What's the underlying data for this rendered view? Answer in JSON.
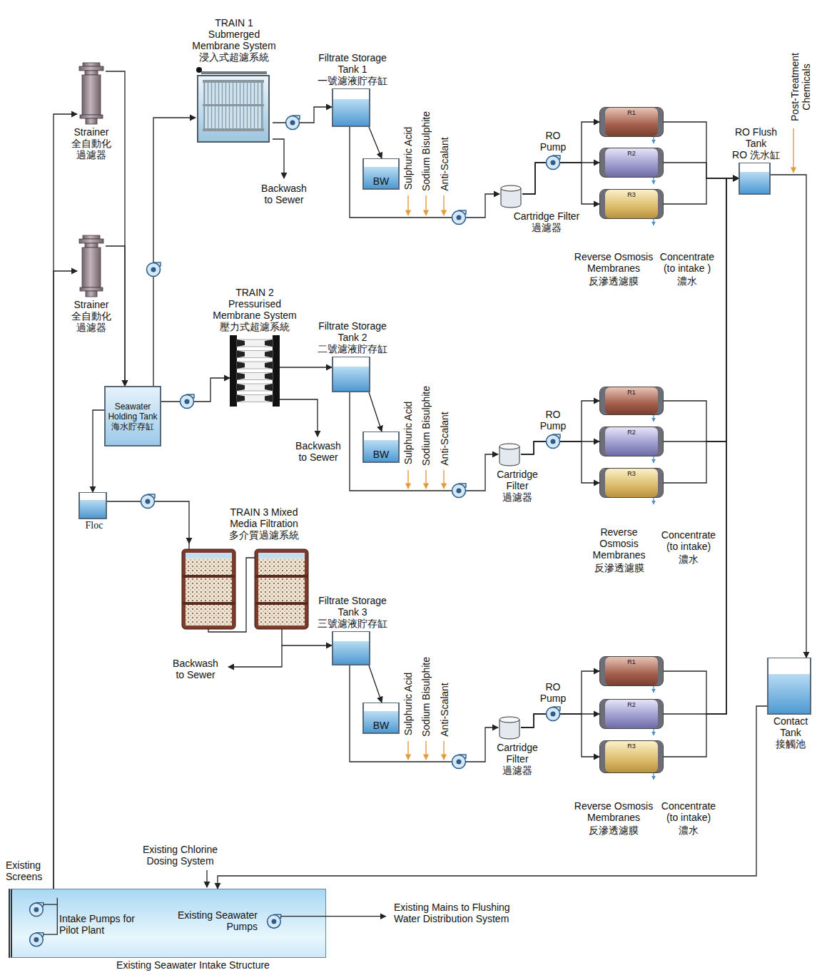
{
  "diagram": {
    "nodes": [
      {
        "text": [
          "Strainer",
          "全自動化 過濾器"
        ]
      },
      {
        "text": [
          "Strainer",
          "全自動化 過濾器"
        ]
      },
      {
        "text": [
          "Seawater Holding Tank",
          "海水貯存缸"
        ]
      },
      {
        "text": [
          "Floc"
        ]
      },
      {
        "text": [
          "TRAIN 1 Submerged Membrane System",
          "浸入式超濾系統"
        ]
      },
      {
        "text": [
          "Filtrate Storage Tank 1",
          "一號濾液貯存缸"
        ]
      },
      {
        "text": [
          "BW"
        ]
      },
      {
        "text": [
          "Cartridge Filter",
          "過濾器"
        ]
      },
      {
        "text": [
          "R1"
        ]
      },
      {
        "text": [
          "R2"
        ]
      },
      {
        "text": [
          "R3"
        ]
      },
      {
        "text": [
          "RO Flush Tank",
          "RO 洗水缸"
        ]
      },
      {
        "text": [
          "TRAIN 2 Pressurised Membrane System",
          "壓力式超濾系統"
        ]
      },
      {
        "text": [
          "Filtrate Storage Tank 2",
          "二號濾液貯存缸"
        ]
      },
      {
        "text": [
          "BW"
        ]
      },
      {
        "text": [
          "Cartridge Filter",
          "過濾器"
        ]
      },
      {
        "text": [
          "R1"
        ]
      },
      {
        "text": [
          "R2"
        ]
      },
      {
        "text": [
          "R3"
        ]
      },
      {
        "text": [
          "TRAIN 3 Mixed Media Filtration",
          "多介質過濾系統"
        ]
      },
      {
        "text": [
          "Filtrate Storage Tank 3",
          "三號濾液貯存缸"
        ]
      },
      {
        "text": [
          "BW"
        ]
      },
      {
        "text": [
          "Cartridge Filter",
          "過濾器"
        ]
      },
      {
        "text": [
          "R1"
        ]
      },
      {
        "text": [
          "R2"
        ]
      },
      {
        "text": [
          "R3"
        ]
      },
      {
        "text": [
          "Contact Tank",
          "接觸池"
        ]
      },
      {
        "text": [
          "Existing Seawater Intake Structure"
        ]
      },
      {
        "text": [
          "Intake Pumps for Pilot Plant"
        ],
        "in": 27
      },
      {
        "text": [
          "Existing Seawater Pumps"
        ],
        "in": 27
      }
    ],
    "edges": [
      {
        "from": 28,
        "to": 0,
        "arrow": "to"
      },
      {
        "from": 28,
        "to": 1,
        "arrow": "to"
      },
      {
        "from": 0,
        "to": 2,
        "arrow": "to"
      },
      {
        "from": 1,
        "to": 2,
        "arrow": "to"
      },
      {
        "from": 2,
        "to": 4,
        "arrow": "to"
      },
      {
        "from": 2,
        "to": 12,
        "arrow": "to"
      },
      {
        "from": 2,
        "to": 3,
        "arrow": "to"
      },
      {
        "from": 3,
        "to": 19,
        "arrow": "to"
      },
      {
        "from": 4,
        "to": 5,
        "arrow": "to"
      },
      {
        "from": 5,
        "to": 6,
        "arrow": "to"
      },
      {
        "from": 5,
        "to": 7,
        "arrow": "to"
      },
      {
        "from": 7,
        "to": 8,
        "arrow": "to"
      },
      {
        "from": 7,
        "to": 9,
        "arrow": "to"
      },
      {
        "from": 7,
        "to": 10,
        "arrow": "to"
      },
      {
        "from": 8,
        "to": 11,
        "arrow": "to"
      },
      {
        "from": 9,
        "to": 11,
        "arrow": "to"
      },
      {
        "from": 10,
        "to": 11,
        "arrow": "to"
      },
      {
        "from": 11,
        "to": 26,
        "arrow": "to"
      },
      {
        "from": 12,
        "to": 13,
        "arrow": "to"
      },
      {
        "from": 13,
        "to": 14,
        "arrow": "to"
      },
      {
        "from": 13,
        "to": 15,
        "arrow": "to"
      },
      {
        "from": 15,
        "to": 16,
        "arrow": "to"
      },
      {
        "from": 15,
        "to": 17,
        "arrow": "to"
      },
      {
        "from": 15,
        "to": 18,
        "arrow": "to"
      },
      {
        "from": 16,
        "to": 11,
        "arrow": "to"
      },
      {
        "from": 17,
        "to": 11,
        "arrow": "to"
      },
      {
        "from": 18,
        "to": 11,
        "arrow": "to"
      },
      {
        "from": 19,
        "to": 20,
        "arrow": "to"
      },
      {
        "from": 20,
        "to": 21,
        "arrow": "to"
      },
      {
        "from": 20,
        "to": 22,
        "arrow": "to"
      },
      {
        "from": 22,
        "to": 23,
        "arrow": "to"
      },
      {
        "from": 22,
        "to": 24,
        "arrow": "to"
      },
      {
        "from": 22,
        "to": 25,
        "arrow": "to"
      },
      {
        "from": 23,
        "to": 11,
        "arrow": "to"
      },
      {
        "from": 24,
        "to": 11,
        "arrow": "to"
      },
      {
        "from": 25,
        "to": 11,
        "arrow": "to"
      },
      {
        "from": 26,
        "to": 27,
        "arrow": "to"
      }
    ],
    "labels": [
      "Backwash to Sewer",
      "Sulphuric Acid",
      "Sodium Bisulphite",
      "Anti-Scalant",
      "RO Pump",
      "Reverse Osmosis Membranes",
      "反滲透濾膜",
      "Concentrate (to intake )",
      "濃水",
      "Post-Treatment Chemicals",
      "Backwash to Sewer",
      "Sulphuric Acid",
      "Sodium Bisulphite",
      "Anti-Scalant",
      "RO Pump",
      "Reverse Osmosis Membranes",
      "反滲透濾膜",
      "Concentrate (to intake)",
      "濃水",
      "Backwash to Sewer",
      "Sulphuric Acid",
      "Sodium Bisulphite",
      "Anti-Scalant",
      "RO Pump",
      "Reverse Osmosis Membranes",
      "反滲透濾膜",
      "Concentrate (to intake)",
      "濃水",
      "Existing Screens",
      "Existing Chlorine Dosing System",
      "Existing Mains to Flushing Water Distribution System"
    ]
  }
}
